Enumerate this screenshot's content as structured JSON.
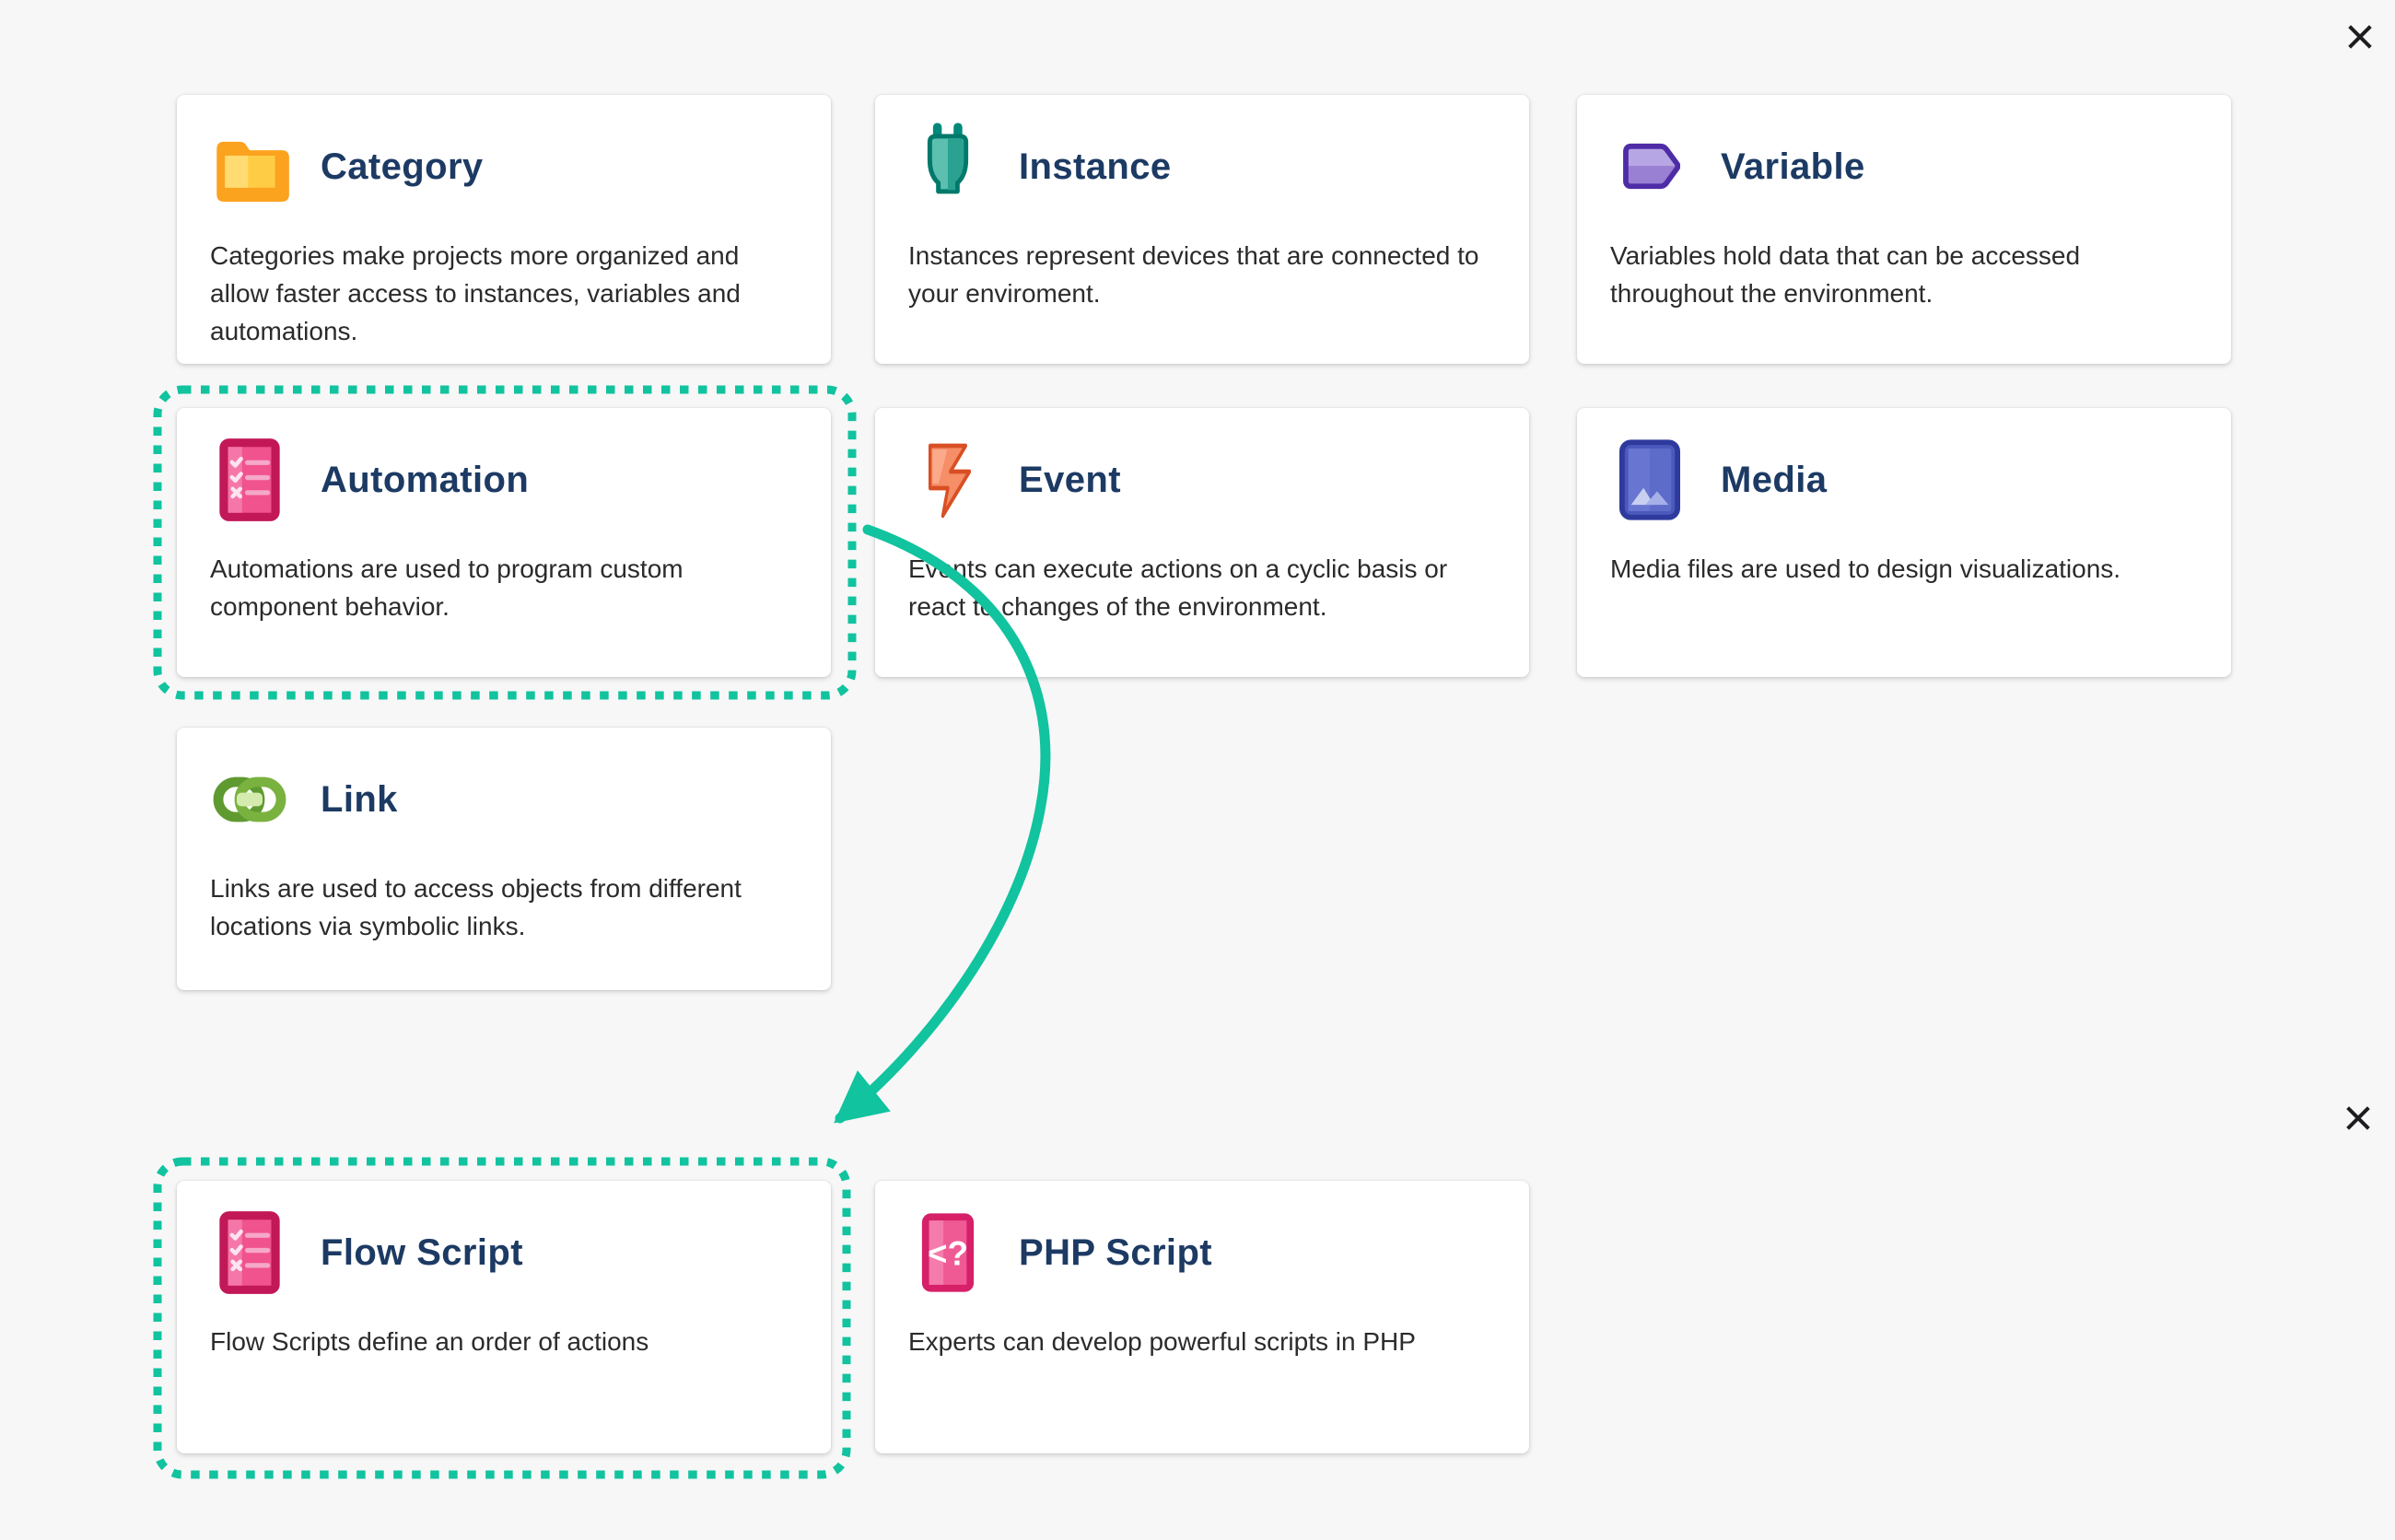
{
  "theme": {
    "background": "#f7f7f8",
    "card_background": "#ffffff",
    "title_color": "#1c3a63",
    "description_color": "#2b2b2b",
    "highlight_color": "#11c39e",
    "close_color": "#1d1d1f"
  },
  "object_dialog": {
    "close_button": {
      "icon": "close-icon"
    },
    "cards": [
      {
        "title": "Category",
        "icon": "folder-icon",
        "description": "Categories make projects more organized and allow faster access to instances, variables and automations."
      },
      {
        "title": "Instance",
        "icon": "plug-icon",
        "description": "Instances represent devices that are connected to your enviroment."
      },
      {
        "title": "Variable",
        "icon": "tag-icon",
        "description": "Variables hold data that can be accessed throughout the environment."
      },
      {
        "title": "Automation",
        "icon": "checklist-icon",
        "highlighted": true,
        "description": "Automations are used to program custom component behavior."
      },
      {
        "title": "Event",
        "icon": "lightning-icon",
        "description": "Events can execute actions on a cyclic basis or react to changes of the environment."
      },
      {
        "title": "Media",
        "icon": "image-icon",
        "description": "Media files are used to design visualizations."
      },
      {
        "title": "Link",
        "icon": "link-icon",
        "description": "Links are used to access objects from different locations via symbolic links."
      }
    ]
  },
  "script_dialog": {
    "close_button": {
      "icon": "close-icon"
    },
    "cards": [
      {
        "title": "Flow Script",
        "icon": "checklist-icon",
        "highlighted": true,
        "description": "Flow Scripts define an order of actions"
      },
      {
        "title": "PHP Script",
        "icon": "php-icon",
        "icon_glyph": "<?",
        "description": "Experts can develop powerful scripts in PHP"
      }
    ]
  },
  "annotations": {
    "highlighted_cards": [
      "Automation",
      "Flow Script"
    ],
    "arrow": {
      "from": "Automation",
      "to": "Flow Script"
    }
  }
}
